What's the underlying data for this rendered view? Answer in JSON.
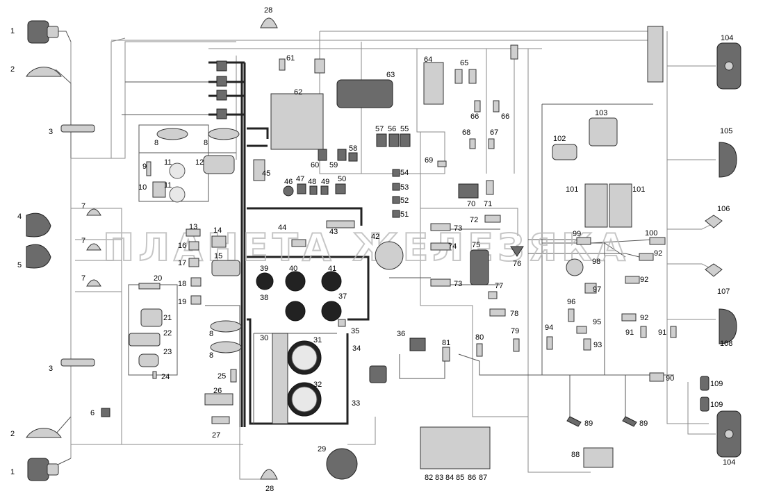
{
  "watermark": "ПЛАНЕТА ЖЕЛЕЗЯКА",
  "labels": {
    "l1a": "1",
    "l1b": "1",
    "l2a": "2",
    "l2b": "2",
    "l3a": "3",
    "l3b": "3",
    "l4": "4",
    "l5": "5",
    "l6": "6",
    "l7a": "7",
    "l7b": "7",
    "l7c": "7",
    "l8a": "8",
    "l8b": "8",
    "l8c": "8",
    "l8d": "8",
    "l9": "9",
    "l10": "10",
    "l11a": "11",
    "l11b": "11",
    "l12": "12",
    "l13": "13",
    "l14": "14",
    "l15": "15",
    "l16": "16",
    "l17": "17",
    "l18": "18",
    "l19": "19",
    "l20": "20",
    "l21": "21",
    "l22": "22",
    "l23": "23",
    "l24": "24",
    "l25": "25",
    "l26": "26",
    "l27": "27",
    "l28a": "28",
    "l28b": "28",
    "l29": "29",
    "l30": "30",
    "l31": "31",
    "l32": "32",
    "l33": "33",
    "l34": "34",
    "l35": "35",
    "l36": "36",
    "l37": "37",
    "l38": "38",
    "l39": "39",
    "l40": "40",
    "l41": "41",
    "l42": "42",
    "l43": "43",
    "l44": "44",
    "l45": "45",
    "l46": "46",
    "l47": "47",
    "l48": "48",
    "l49": "49",
    "l50": "50",
    "l51": "51",
    "l52": "52",
    "l53": "53",
    "l54": "54",
    "l55": "55",
    "l56": "56",
    "l57": "57",
    "l58": "58",
    "l59": "59",
    "l60": "60",
    "l61": "61",
    "l62": "62",
    "l63": "63",
    "l64": "64",
    "l65": "65",
    "l66a": "66",
    "l66b": "66",
    "l67": "67",
    "l68": "68",
    "l69": "69",
    "l70": "70",
    "l71": "71",
    "l72": "72",
    "l73a": "73",
    "l73b": "73",
    "l74": "74",
    "l75": "75",
    "l76": "76",
    "l77": "77",
    "l78": "78",
    "l79": "79",
    "l80": "80",
    "l81": "81",
    "l82": "82",
    "l83": "83",
    "l84": "84",
    "l85": "85",
    "l86": "86",
    "l87": "87",
    "l88": "88",
    "l89a": "89",
    "l89b": "89",
    "l90": "90",
    "l91a": "91",
    "l91b": "91",
    "l92a": "92",
    "l92b": "92",
    "l92c": "92",
    "l93": "93",
    "l94": "94",
    "l95": "95",
    "l96": "96",
    "l97": "97",
    "l98": "98",
    "l99": "99",
    "l100": "100",
    "l101a": "101",
    "l101b": "101",
    "l102": "102",
    "l103": "103",
    "l104a": "104",
    "l104b": "104",
    "l105": "105",
    "l106": "106",
    "l107": "107",
    "l108": "108",
    "l109a": "109",
    "l109b": "109"
  }
}
